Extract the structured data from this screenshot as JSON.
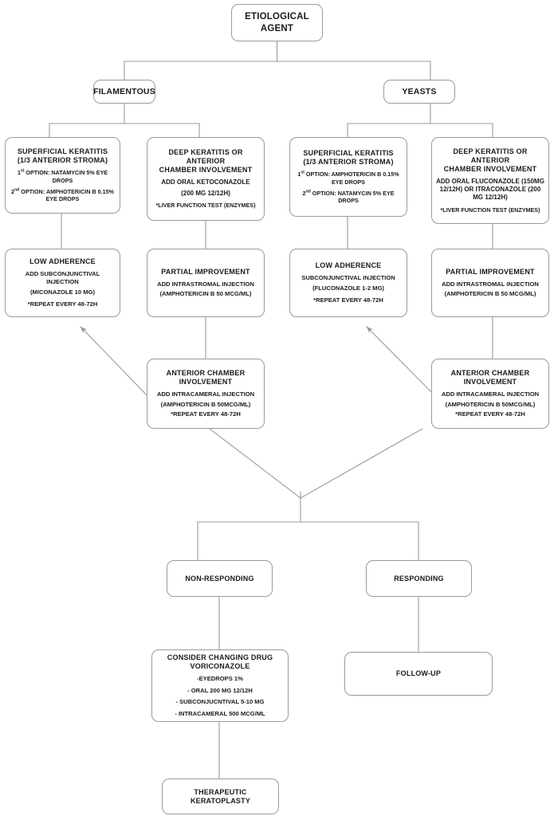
{
  "diagram": {
    "title": "Etiological agent treatment algorithm for fungal keratitis",
    "line_color": "#9a9a9a",
    "box_border_color": "#9a9a9a",
    "text_color": "#1a1a1a",
    "background": "#ffffff"
  },
  "nodes": {
    "root": {
      "title_line1": "ETIOLOGICAL",
      "title_line2": "AGENT"
    },
    "filamentous": {
      "title": "FILAMENTOUS"
    },
    "yeasts": {
      "title": "YEASTS"
    },
    "fil_superficial": {
      "title_line1": "SUPERFICIAL KERATITIS",
      "title_line2": "(1/3 ANTERIOR STROMA)",
      "opt1_sup": "st",
      "opt1_pre": "1",
      "opt1_text": " OPTION: NATAMYCIN  5% EYE DROPS",
      "opt2_sup": "nd",
      "opt2_pre": "2",
      "opt2_text": " OPTION: AMPHOTERICIN B 0.15% EYE DROPS"
    },
    "fil_deep": {
      "title_line1": "DEEP KERATITIS OR ANTERIOR",
      "title_line2": "CHAMBER INVOLVEMENT",
      "line1": "ADD ORAL KETOCONAZOLE",
      "line2": "(200 MG 12/12H)",
      "note": "*LIVER FUNCTION TEST (ENZYMES)"
    },
    "yea_superficial": {
      "title_line1": "SUPERFICIAL KERATITIS",
      "title_line2": "(1/3 ANTERIOR STROMA)",
      "opt1_sup": "st",
      "opt1_pre": "1",
      "opt1_text": " OPTION: AMPHOTERICIN B 0.15% EYE DROPS",
      "opt2_sup": "nd",
      "opt2_pre": "2",
      "opt2_text": " OPTION: NATAMYCIN 5% EYE DROPS"
    },
    "yea_deep": {
      "title_line1": "DEEP KERATITIS OR ANTERIOR",
      "title_line2": "CHAMBER INVOLVEMENT",
      "line1": "ADD  ORAL FLUCONAZOLE (150MG 12/12H) OR ITRACONAZOLE (200 MG 12/12H)",
      "note": "*LIVER FUNCTION TEST (ENZYMES)"
    },
    "fil_low_adherence": {
      "title": "LOW ADHERENCE",
      "line1": "ADD SUBCONJUNCTIVAL INJECTION",
      "line2": "(MICONAZOLE 10 MG)",
      "note": "*REPEAT EVERY 48-72H"
    },
    "fil_partial": {
      "title": "PARTIAL IMPROVEMENT",
      "line1": "ADD INTRASTROMAL INJECTION",
      "line2": "(AMPHOTERICIN B 50 MCG/ML)"
    },
    "yea_low_adherence": {
      "title": "LOW ADHERENCE",
      "line1": "SUBCONJUNCTIVAL INJECTION",
      "line2": "(FLUCONAZOLE  1-2 MG)",
      "note": "*REPEAT EVERY 48-72H"
    },
    "yea_partial": {
      "title": "PARTIAL IMPROVEMENT",
      "line1": "ADD INTRASTROMAL INJECTION",
      "line2": "(AMPHOTERICIN B 50 MCG/ML)"
    },
    "fil_anterior_chamber": {
      "title_line1": "ANTERIOR CHAMBER",
      "title_line2": "INVOLVEMENT",
      "line1": "ADD INTRACAMERAL  INJECTION",
      "line2": "(AMPHOTERICIN B 50MCG/ML)",
      "note": "*REPEAT EVERY 48-72H"
    },
    "yea_anterior_chamber": {
      "title_line1": "ANTERIOR CHAMBER",
      "title_line2": "INVOLVEMENT",
      "line1": "ADD INTRACAMERAL INJECTION",
      "line2": "(AMPHOTERICIN B 50MCG/ML)",
      "note": "*REPEAT EVERY 48-72H"
    },
    "non_responding": {
      "title": "NON-RESPONDING"
    },
    "responding": {
      "title": "RESPONDING"
    },
    "consider_changing": {
      "title_line1": "CONSIDER CHANGING DRUG",
      "title_line2": "VORICONAZOLE",
      "line1": "-EYEDROPS 1%",
      "line2": "- ORAL 200 MG 12/12H",
      "line3": "- SUBCONJUCNTIVAL 5-10 MG",
      "line4": "- INTRACAMERAL 500 MCG/ML"
    },
    "follow_up": {
      "title": "FOLLOW-UP"
    },
    "keratoplasty": {
      "title": "THERAPEUTIC KERATOPLASTY"
    }
  }
}
